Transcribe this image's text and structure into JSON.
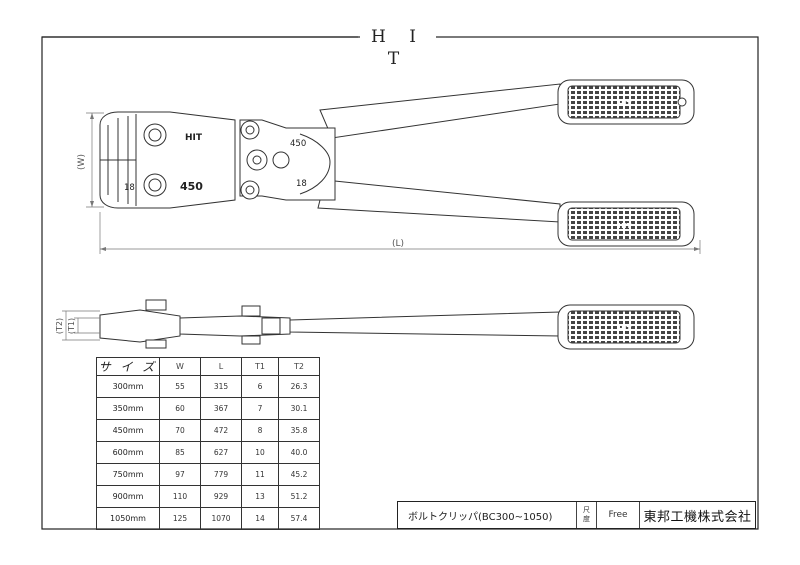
{
  "brand": {
    "title": "H I T",
    "logo": "HIT"
  },
  "drawing": {
    "top_view": {
      "label_w": "(W)",
      "label_l": "(L)",
      "head_model": "450",
      "head_small": "18",
      "link_model": "450",
      "link_small": "18"
    },
    "side_view": {
      "label_t1": "(T1)",
      "label_t2": "(T2)"
    }
  },
  "table": {
    "headers": [
      "サ イ ズ",
      "W",
      "L",
      "T1",
      "T2"
    ],
    "rows": [
      [
        "300mm",
        "55",
        "315",
        "6",
        "26.3"
      ],
      [
        "350mm",
        "60",
        "367",
        "7",
        "30.1"
      ],
      [
        "450mm",
        "70",
        "472",
        "8",
        "35.8"
      ],
      [
        "600mm",
        "85",
        "627",
        "10",
        "40.0"
      ],
      [
        "750mm",
        "97",
        "779",
        "11",
        "45.2"
      ],
      [
        "900mm",
        "110",
        "929",
        "13",
        "51.2"
      ],
      [
        "1050mm",
        "125",
        "1070",
        "14",
        "57.4"
      ]
    ]
  },
  "title_block": {
    "product_name": "ボルトクリッパ(BC300~1050)",
    "scale_label_1": "尺",
    "scale_label_2": "度",
    "scale_value": "Free",
    "company": "東邦工機株式会社"
  }
}
